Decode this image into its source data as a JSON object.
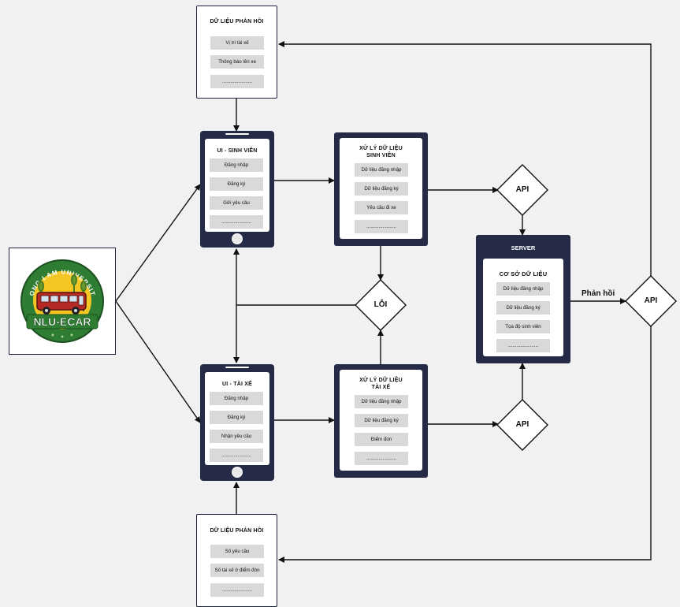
{
  "feedback_top": {
    "title": "DỮ LIỆU PHẢN HỒI",
    "items": [
      "Vị trí tài xế",
      "Thông báo lên xe",
      "......................"
    ]
  },
  "feedback_bottom": {
    "title": "DỮ LIỆU PHẢN HỒI",
    "items": [
      "Số yêu cầu",
      "Số tài xế ở điểm đón",
      "......................"
    ]
  },
  "ui_student": {
    "title": "UI - SINH VIÊN",
    "items": [
      "Đăng nhập",
      "Đăng ký",
      "Gửi yêu cầu",
      "......................"
    ]
  },
  "ui_driver": {
    "title": "UI - TÀI XẾ",
    "items": [
      "Đăng nhập",
      "Đăng ký",
      "Nhận yêu cầu",
      "......................"
    ]
  },
  "process_student": {
    "title_line1": "XỬ LÝ DỮ LIỆU",
    "title_line2": "SINH VIÊN",
    "items": [
      "Dữ liệu đăng nhập",
      "Dữ liệu đăng ký",
      "Yêu cầu đi xe",
      "......................"
    ]
  },
  "process_driver": {
    "title_line1": "XỬ LÝ DỮ LIỆU",
    "title_line2": "TÀI XẾ",
    "items": [
      "Dữ liệu đăng nhập",
      "Dữ liệu đăng ký",
      "Điểm đón",
      "......................"
    ]
  },
  "server": {
    "title": "SERVER",
    "db_title": "CƠ SỞ DỮ LIỆU",
    "items": [
      "Dữ liệu đăng nhập",
      "Dữ liệu đăng ký",
      "Tọa độ sinh viên",
      "......................"
    ]
  },
  "diamonds": {
    "api_top": "API",
    "api_bottom": "API",
    "api_right": "API",
    "error": "LỖI"
  },
  "labels": {
    "feedback_arrow": "Phản hồi"
  },
  "logo": {
    "arc_text": "NONG LAM UNIVERSITY",
    "name": "NLU-ECAR"
  },
  "colors": {
    "dark_navy": "#252a47",
    "item_gray": "#d9d9d9",
    "logo_green": "#2e7d32",
    "logo_yellow": "#f3c623",
    "logo_red": "#b52a24"
  }
}
